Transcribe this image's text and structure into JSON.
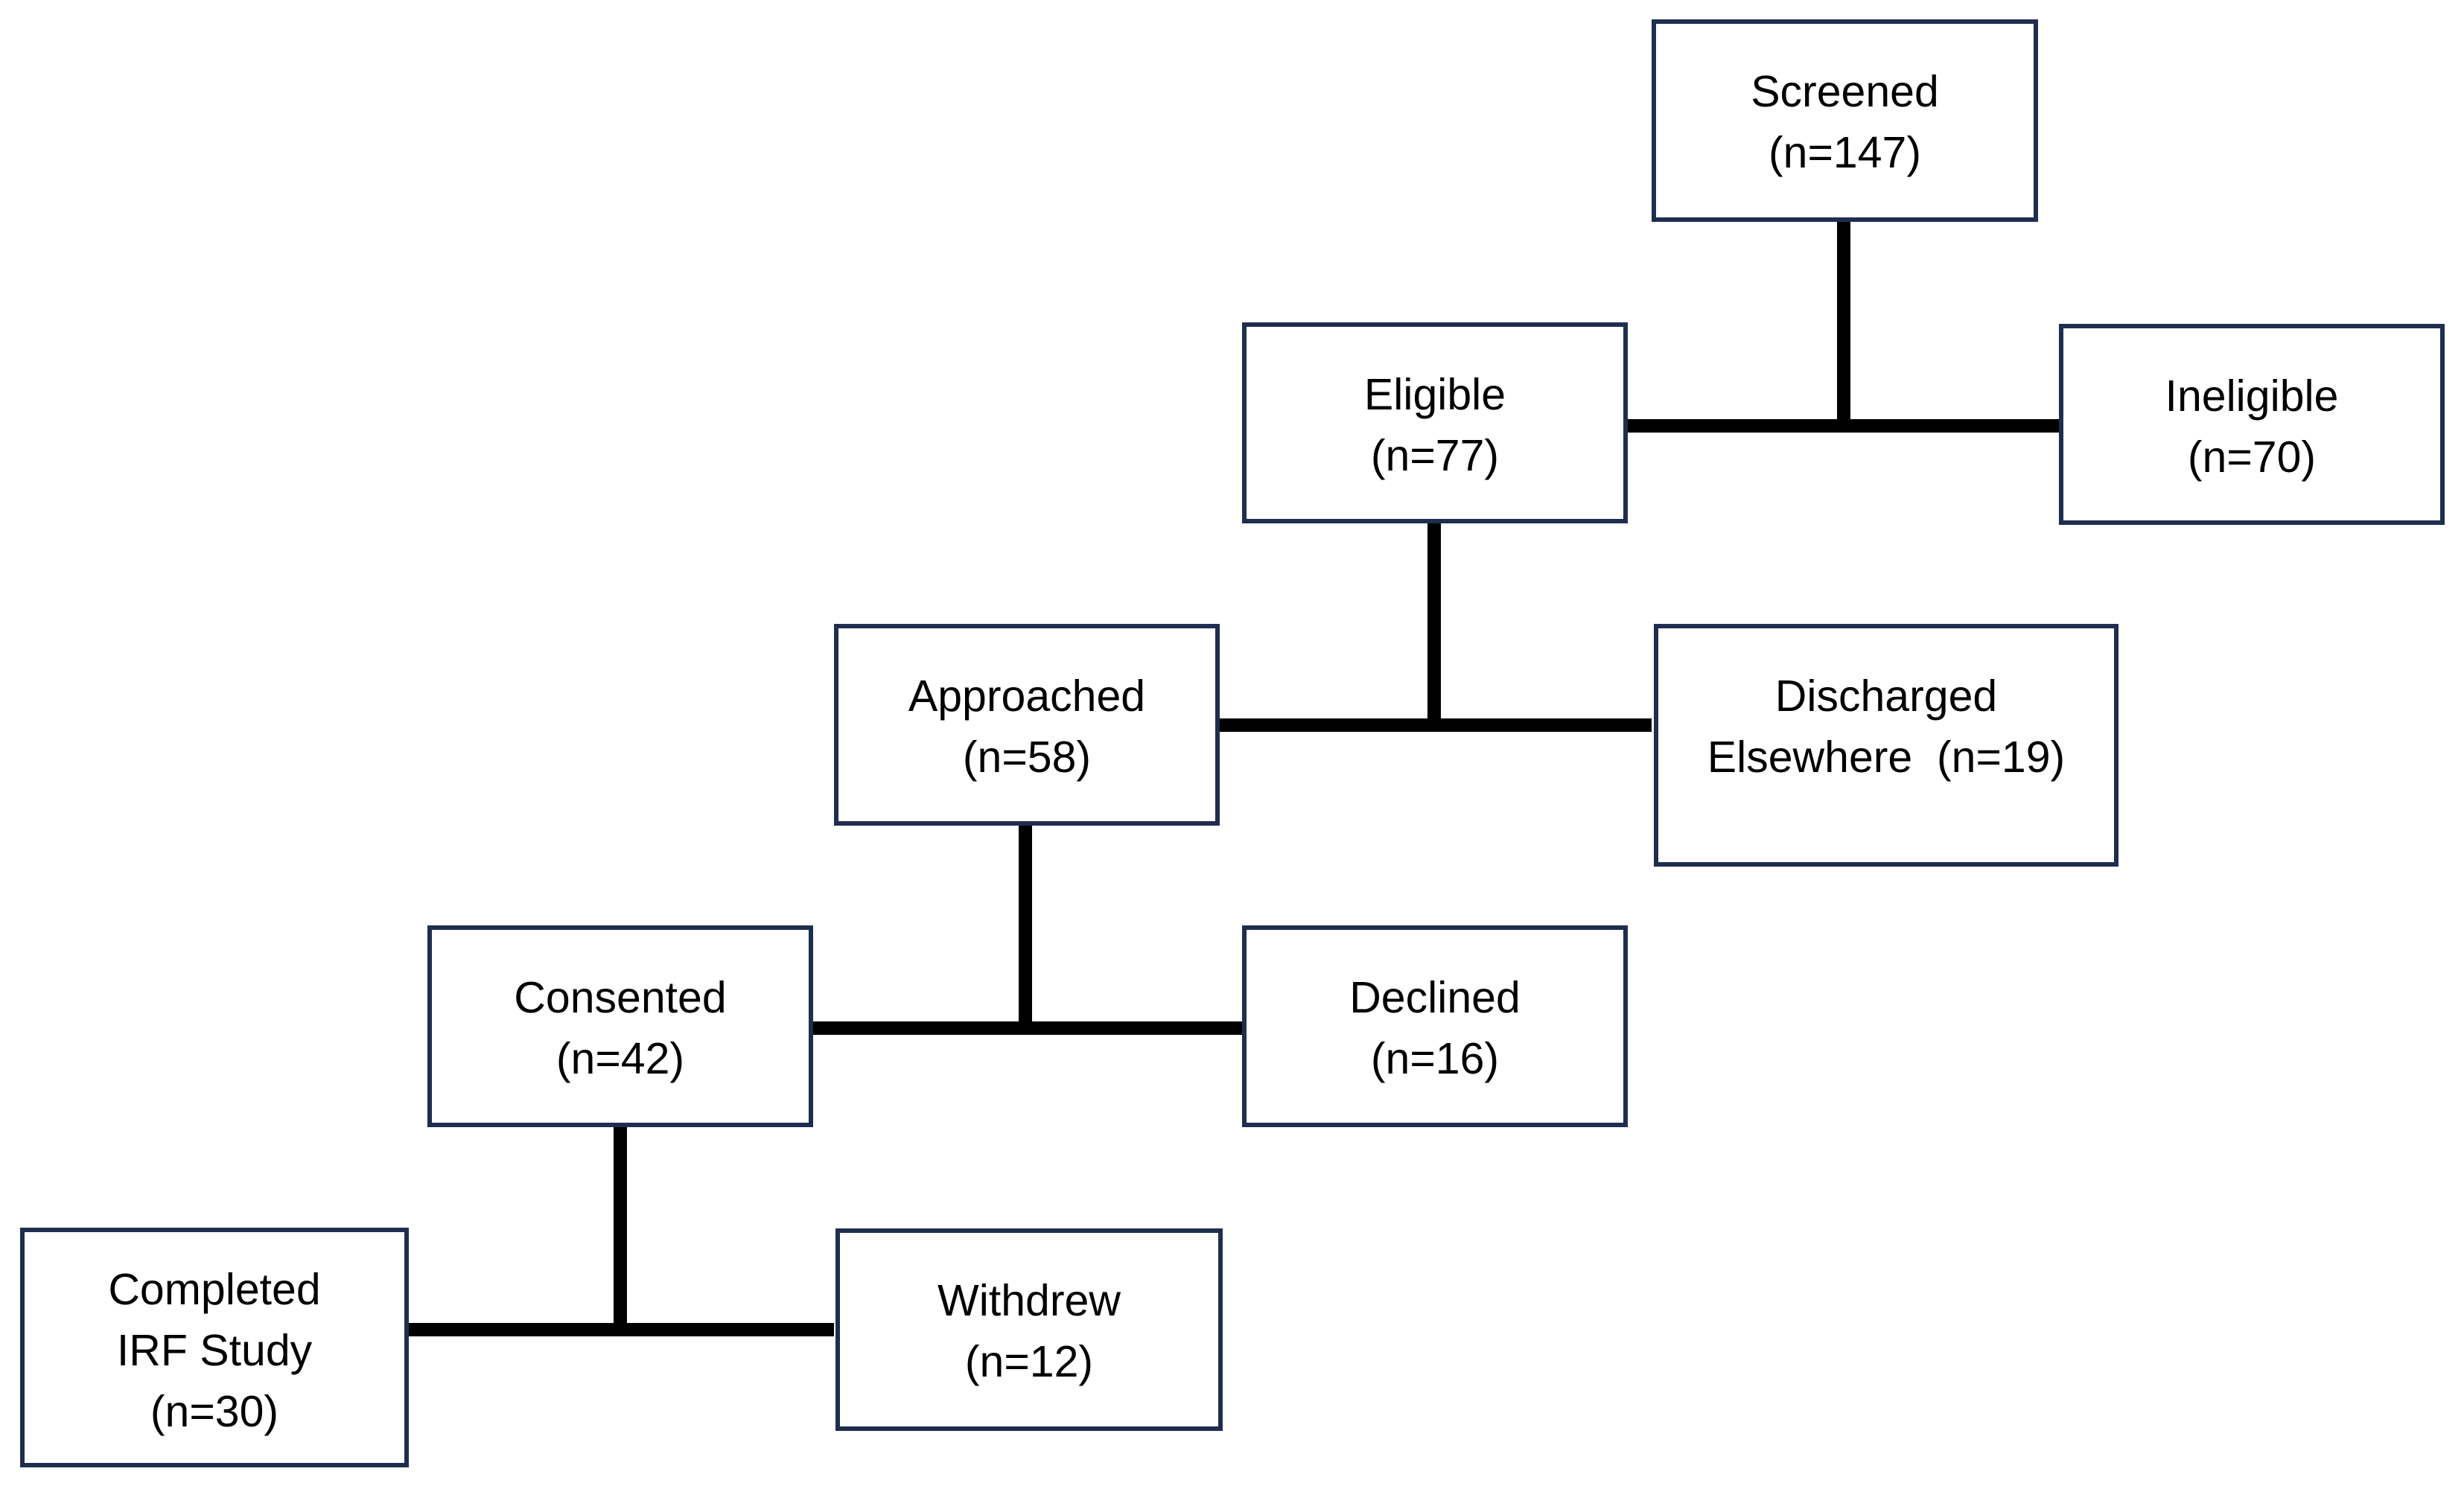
{
  "diagram": {
    "type": "flowchart",
    "colors": {
      "box_border": "#1f2d4f",
      "connector": "#000000",
      "text": "#000000",
      "background": "#ffffff"
    },
    "nodes": {
      "screened": {
        "lines": [
          "Screened",
          "(n=147)"
        ]
      },
      "eligible": {
        "lines": [
          "Eligible",
          "(n=77)"
        ]
      },
      "ineligible": {
        "lines": [
          "Ineligible",
          "(n=70)"
        ]
      },
      "approached": {
        "lines": [
          "Approached",
          "(n=58)"
        ]
      },
      "discharged": {
        "lines": [
          "Discharged",
          "Elsewhere  (n=19)"
        ]
      },
      "consented": {
        "lines": [
          "Consented",
          "(n=42)"
        ]
      },
      "declined": {
        "lines": [
          "Declined",
          "(n=16)"
        ]
      },
      "completed": {
        "lines": [
          "Completed",
          "IRF Study",
          "(n=30)"
        ]
      },
      "withdrew": {
        "lines": [
          "Withdrew",
          "(n=12)"
        ]
      }
    },
    "edges": [
      {
        "from": "screened",
        "to": "eligible"
      },
      {
        "from": "screened",
        "to": "ineligible"
      },
      {
        "from": "eligible",
        "to": "approached"
      },
      {
        "from": "eligible",
        "to": "discharged"
      },
      {
        "from": "approached",
        "to": "consented"
      },
      {
        "from": "approached",
        "to": "declined"
      },
      {
        "from": "consented",
        "to": "completed"
      },
      {
        "from": "consented",
        "to": "withdrew"
      }
    ]
  }
}
